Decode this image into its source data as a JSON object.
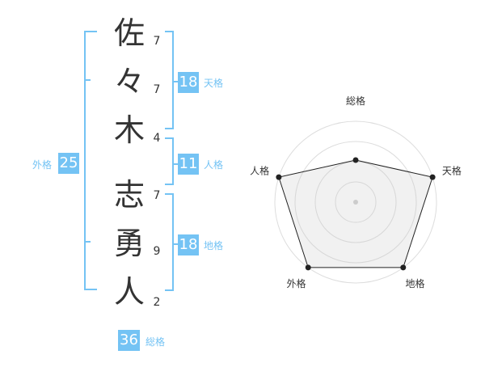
{
  "name": {
    "chars": [
      "佐",
      "々",
      "木",
      "志",
      "勇",
      "人"
    ],
    "strokes": [
      "7",
      "7",
      "4",
      "7",
      "9",
      "2"
    ]
  },
  "kaku": {
    "tenkaku": {
      "value": "18",
      "label": "天格"
    },
    "jinkaku": {
      "value": "11",
      "label": "人格"
    },
    "chikaku": {
      "value": "18",
      "label": "地格"
    },
    "gaikaku": {
      "value": "25",
      "label": "外格"
    },
    "soukaku": {
      "value": "36",
      "label": "総格"
    }
  },
  "colors": {
    "accent": "#74c3f4",
    "text": "#333333"
  },
  "chart_data": {
    "type": "radar",
    "axes": [
      "総格",
      "天格",
      "地格",
      "外格",
      "人格"
    ],
    "values": [
      0.52,
      1.0,
      1.0,
      1.0,
      1.0
    ],
    "rings": 4,
    "max": 1.0
  }
}
